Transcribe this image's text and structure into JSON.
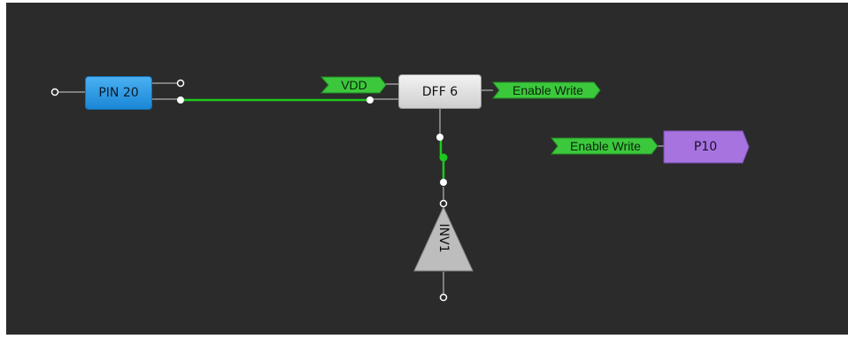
{
  "schematic": {
    "pin_block": "PIN 20",
    "dff_block": "DFF 6",
    "inverter_block": "INV1",
    "output_block": "P10",
    "vdd_label": "VDD",
    "dff_output_net": "Enable Write",
    "p10_input_net": "Enable Write"
  },
  "colors": {
    "canvas": "#2b2b2b",
    "wire": "#9a9a9a",
    "active_wire": "#1ec81e",
    "net_label": "#3cc83c",
    "pin_block": "#2b97e3",
    "output_block": "#a773df",
    "dff_block": "#e0e0e0",
    "inverter": "#bdbdbd"
  }
}
